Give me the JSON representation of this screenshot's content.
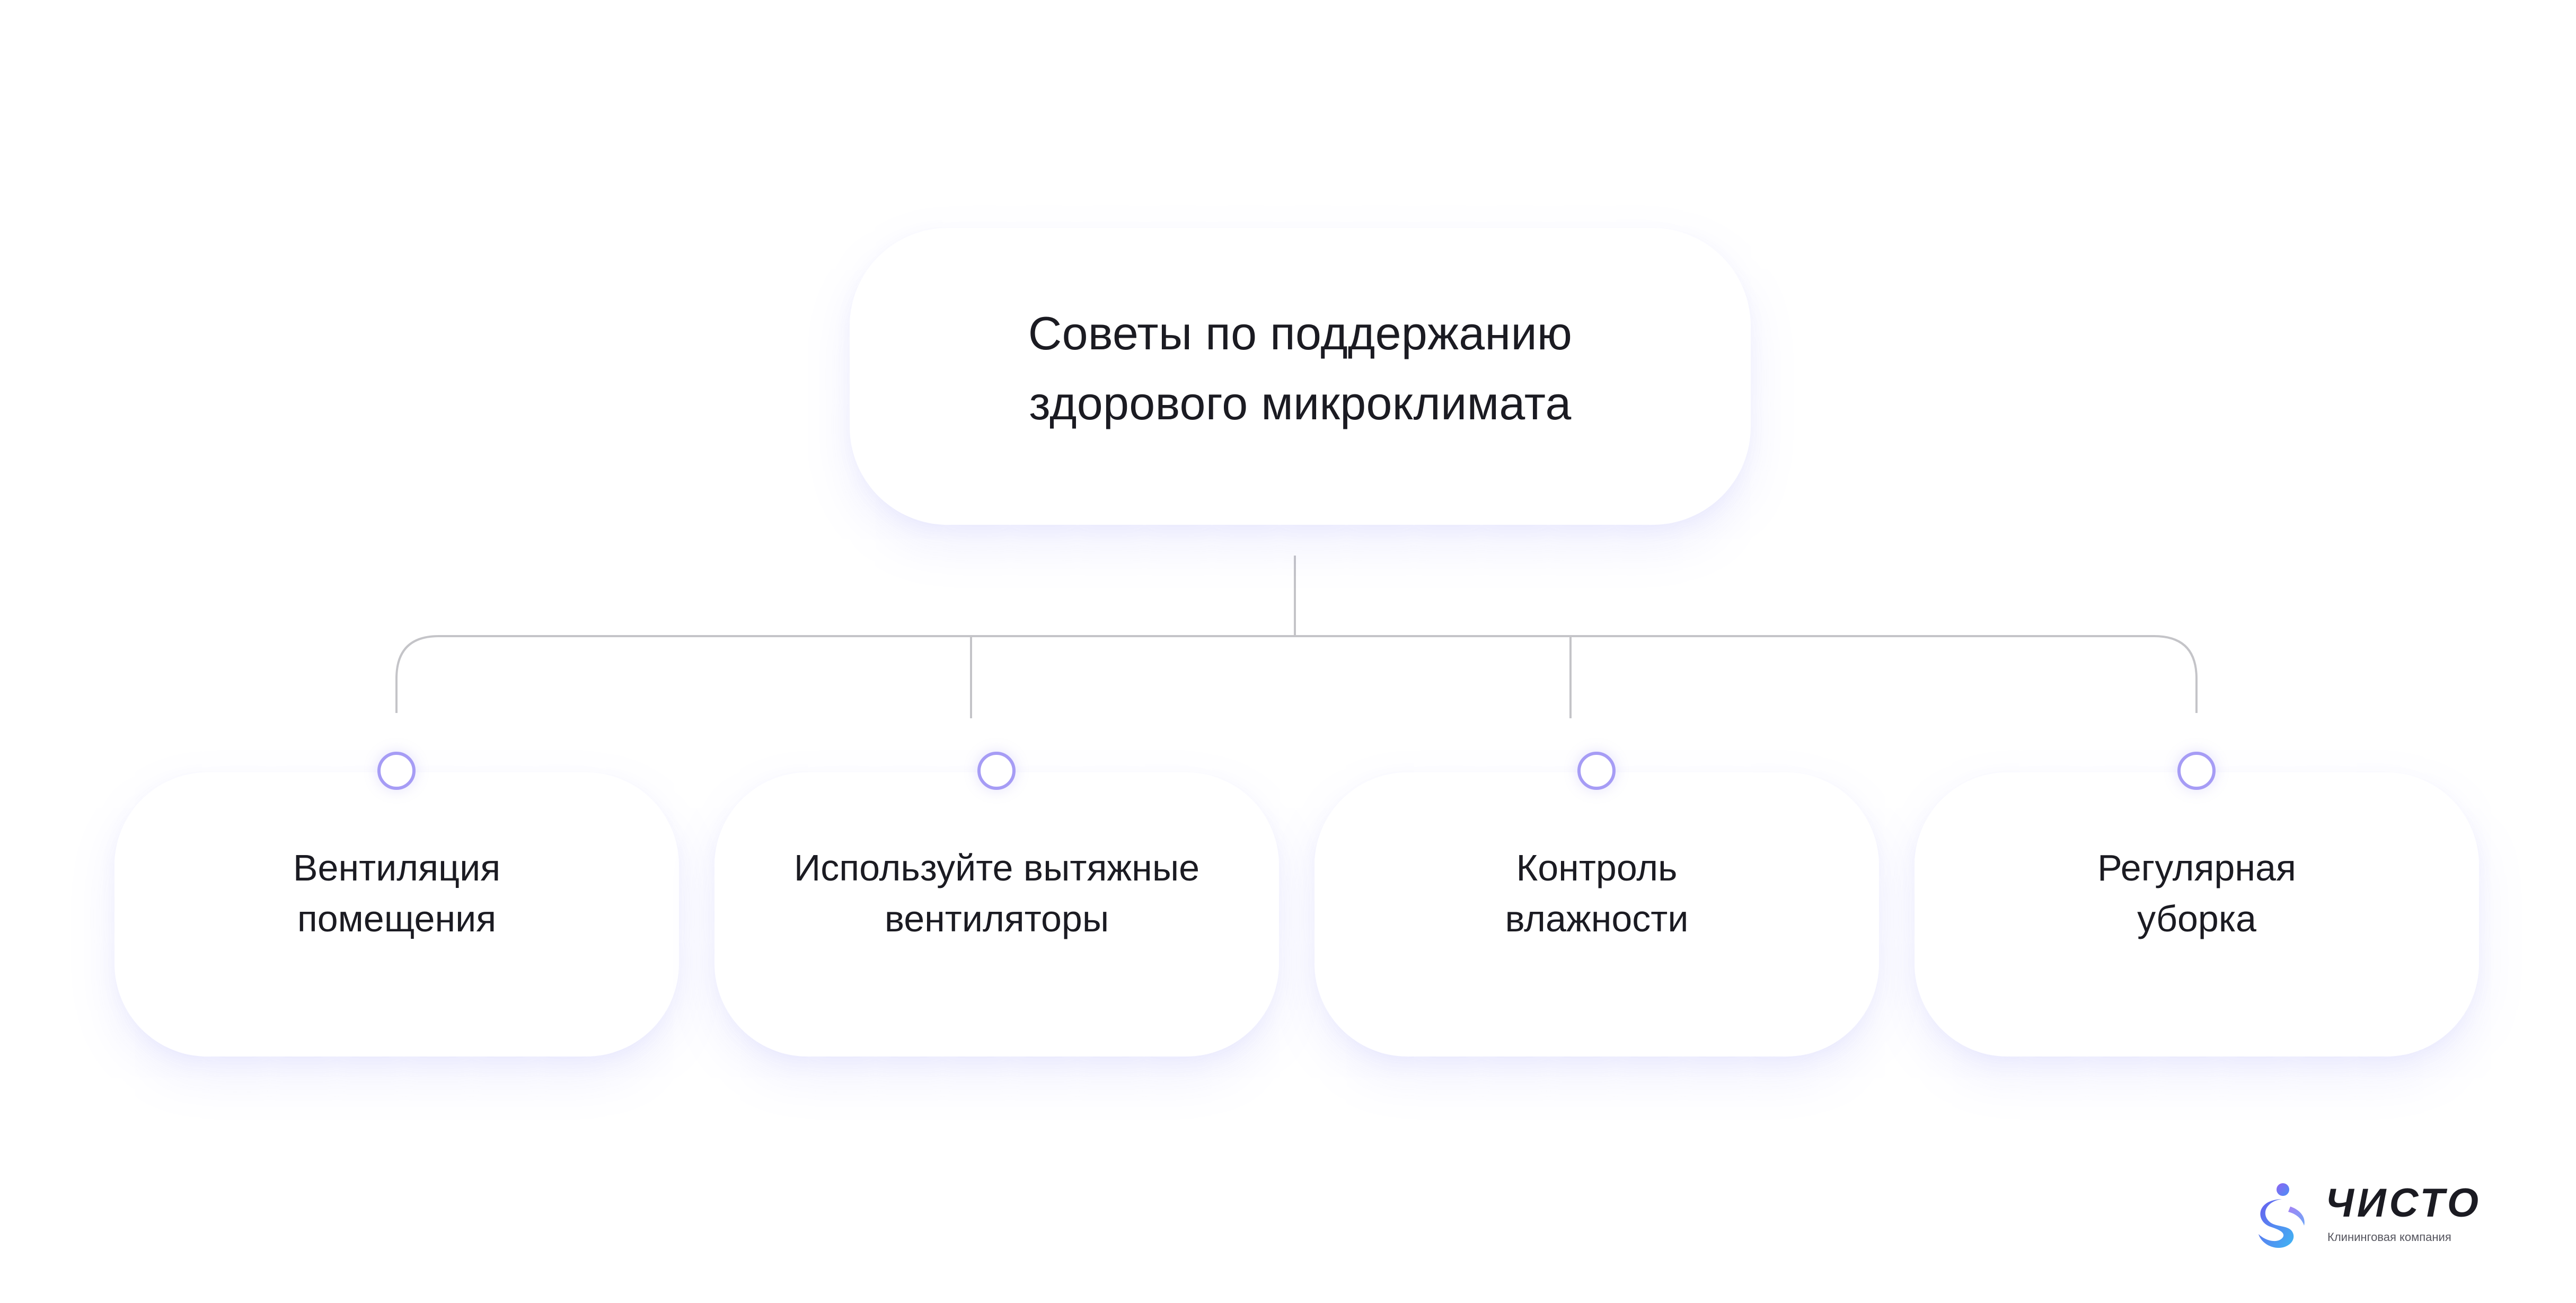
{
  "root": {
    "title_line1": "Советы по поддержанию",
    "title_line2": "здорового микроклимата"
  },
  "children": [
    {
      "line1": "Вентиляция",
      "line2": "помещения"
    },
    {
      "line1": "Используйте вытяжные",
      "line2": "вентиляторы"
    },
    {
      "line1": "Контроль",
      "line2": "влажности"
    },
    {
      "line1": "Регулярная",
      "line2": "уборка"
    }
  ],
  "logo": {
    "name": "ЧИСТО",
    "tagline": "Клининговая компания"
  },
  "colors": {
    "connector": "#c4c4c8",
    "node_ring": "#a69cf5",
    "logo_gradient_start": "#6a5cf0",
    "logo_gradient_end": "#3fb6f2"
  }
}
